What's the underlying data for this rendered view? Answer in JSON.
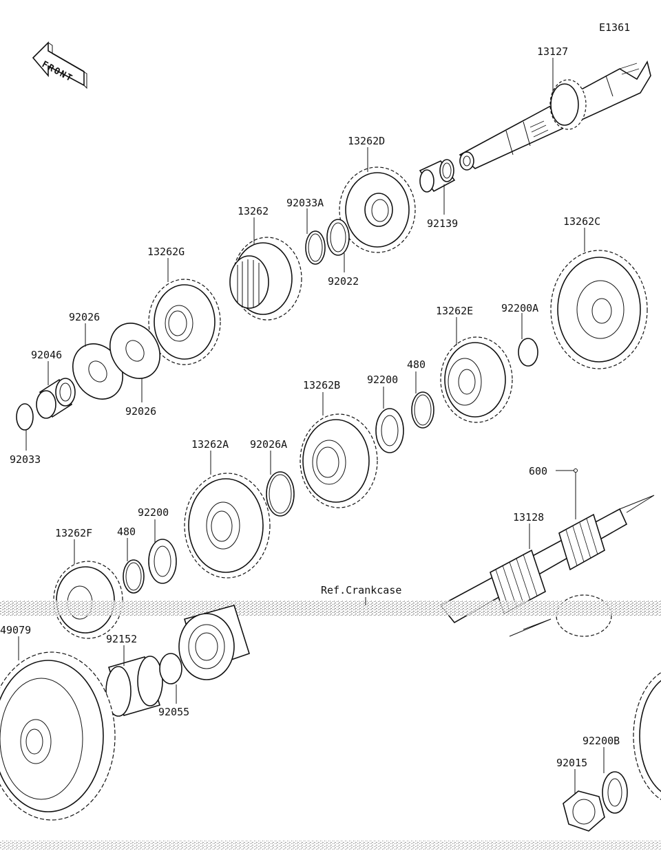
{
  "diagram_id": "E1361",
  "front_label": "FRONT",
  "ref_label": "Ref.Crankcase",
  "parts": [
    {
      "key": "p13127",
      "label": "13127"
    },
    {
      "key": "p13262D",
      "label": "13262D"
    },
    {
      "key": "p92139",
      "label": "92139"
    },
    {
      "key": "p13262",
      "label": "13262"
    },
    {
      "key": "p92033A",
      "label": "92033A"
    },
    {
      "key": "p92022",
      "label": "92022"
    },
    {
      "key": "p13262C",
      "label": "13262C"
    },
    {
      "key": "p13262G",
      "label": "13262G"
    },
    {
      "key": "p92026a",
      "label": "92026"
    },
    {
      "key": "p92026b",
      "label": "92026"
    },
    {
      "key": "p92046",
      "label": "92046"
    },
    {
      "key": "p92033",
      "label": "92033"
    },
    {
      "key": "p13262E",
      "label": "13262E"
    },
    {
      "key": "p92200A",
      "label": "92200A"
    },
    {
      "key": "p480a",
      "label": "480"
    },
    {
      "key": "p92200a",
      "label": "92200"
    },
    {
      "key": "p13262B",
      "label": "13262B"
    },
    {
      "key": "p92026A",
      "label": "92026A"
    },
    {
      "key": "p13262A",
      "label": "13262A"
    },
    {
      "key": "p600",
      "label": "600"
    },
    {
      "key": "p13128",
      "label": "13128"
    },
    {
      "key": "p92200b",
      "label": "92200"
    },
    {
      "key": "p480b",
      "label": "480"
    },
    {
      "key": "p13262F",
      "label": "13262F"
    },
    {
      "key": "p49079",
      "label": "49079"
    },
    {
      "key": "p92152",
      "label": "92152"
    },
    {
      "key": "p92055",
      "label": "92055"
    },
    {
      "key": "p92200B",
      "label": "92200B"
    },
    {
      "key": "p92015",
      "label": "92015"
    }
  ]
}
